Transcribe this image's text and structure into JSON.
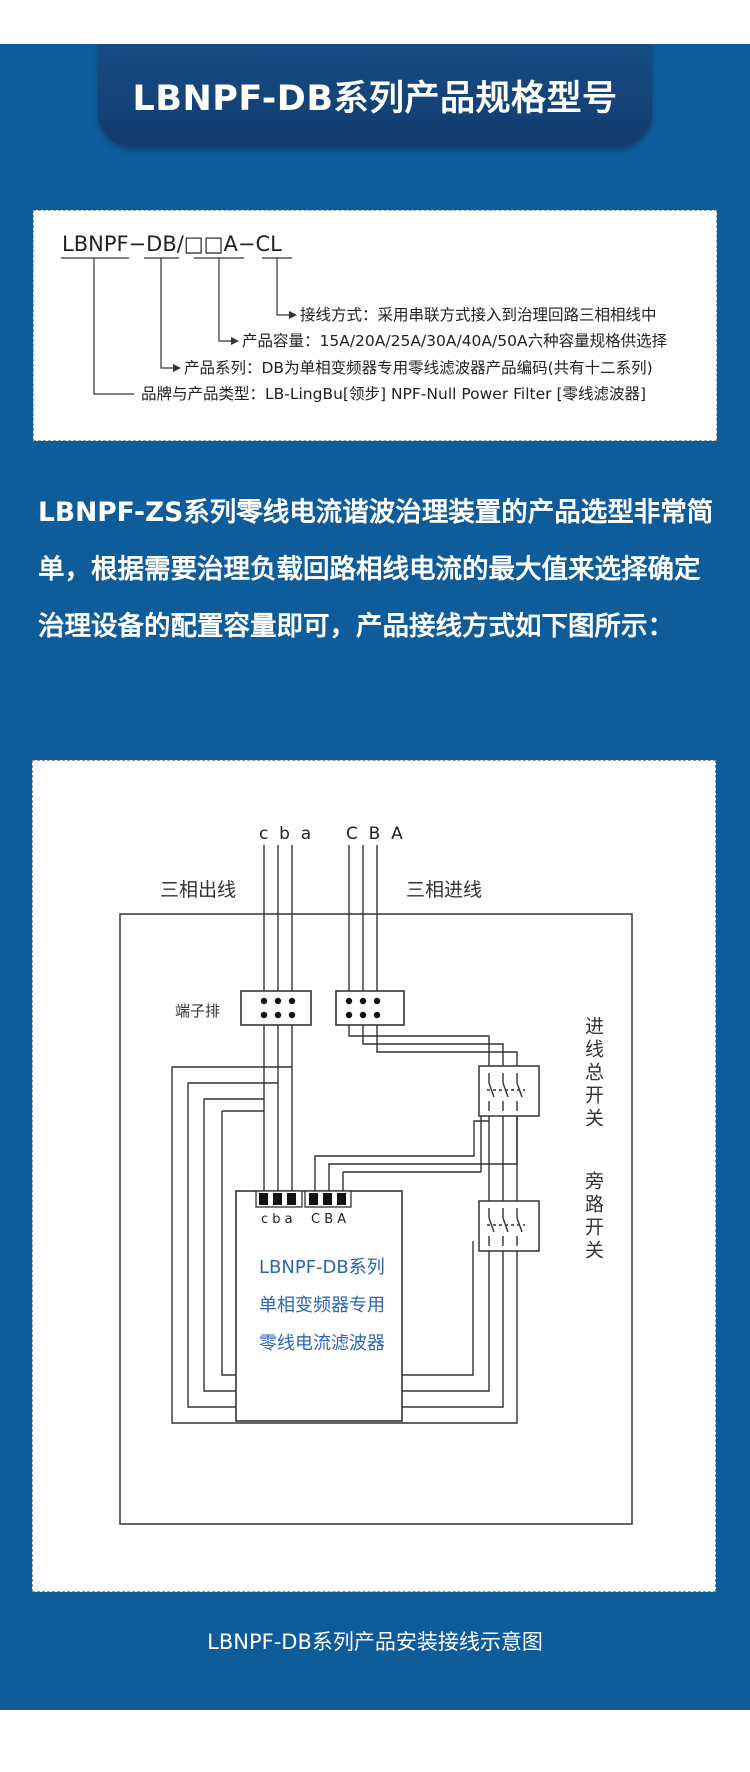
{
  "title": "LBNPF-DB系列产品规格型号",
  "spec": {
    "model_code": "LBNPF−DB/□□A−CL",
    "lines": [
      "接线方式：采用串联方式接入到治理回路三相相线中",
      "产品容量：15A/20A/25A/30A/40A/50A六种容量规格供选择",
      "产品系列：DB为单相变频器专用零线滤波器产品编码(共有十二系列)",
      "品牌与产品类型：LB-LingBu[领步]   NPF-Null Power Filter [零线滤波器]"
    ]
  },
  "intro": "LBNPF-ZS系列零线电流谐波治理装置的产品选型非常简单，根据需要治理负载回路相线电流的最大值来选择确定治理设备的配置容量即可，产品接线方式如下图所示：",
  "diagram": {
    "out_phases": "c  b  a",
    "in_phases": "C  B  A",
    "out_label": "三相出线",
    "in_label": "三相进线",
    "terminal_label": "端子排",
    "main_switch_label": "进线总开关",
    "bypass_switch_label": "旁路开关",
    "device_out_phases": "c b a",
    "device_in_phases": "C B A",
    "device_lines": [
      "LBNPF-DB系列",
      "单相变频器专用",
      "零线电流滤波器"
    ]
  },
  "caption": "LBNPF-DB系列产品安装接线示意图",
  "colors": {
    "panel_blue": "#0f5c9a",
    "banner_blue": "#134577",
    "device_text_blue": "#2b66b5"
  }
}
